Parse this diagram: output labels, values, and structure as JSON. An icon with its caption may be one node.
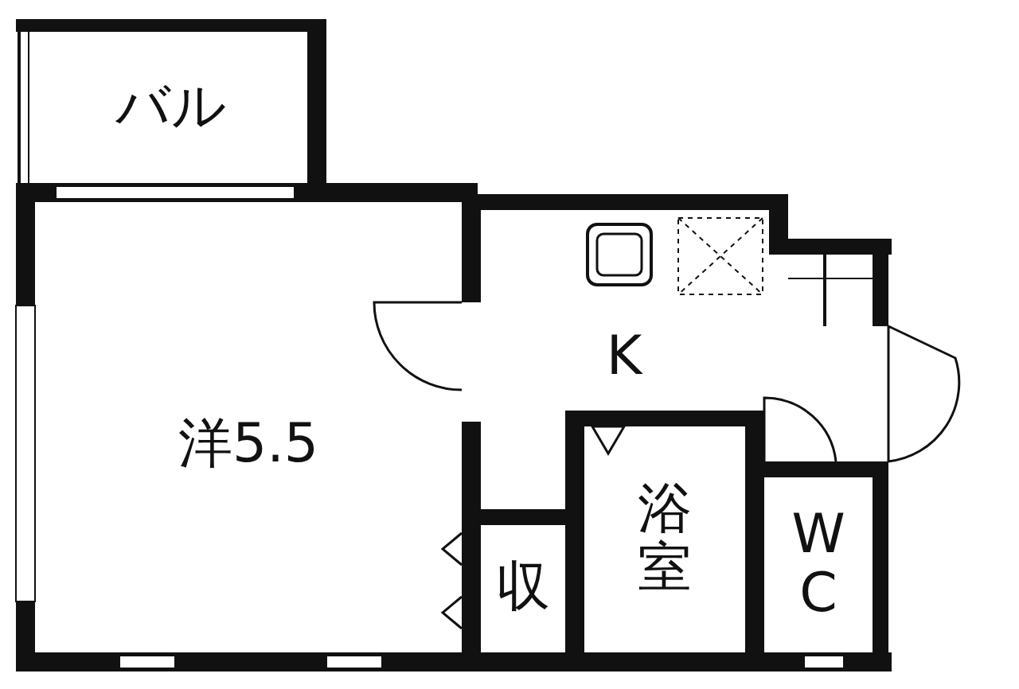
{
  "diagram": {
    "nodes": [
      {
        "text": [
          "バル"
        ]
      },
      {
        "text": [
          "洋5.5"
        ]
      },
      {
        "text": [
          "K"
        ]
      },
      {
        "text": [
          "収"
        ]
      },
      {
        "text": [
          "浴室"
        ]
      },
      {
        "text": [
          "W C"
        ]
      }
    ]
  }
}
